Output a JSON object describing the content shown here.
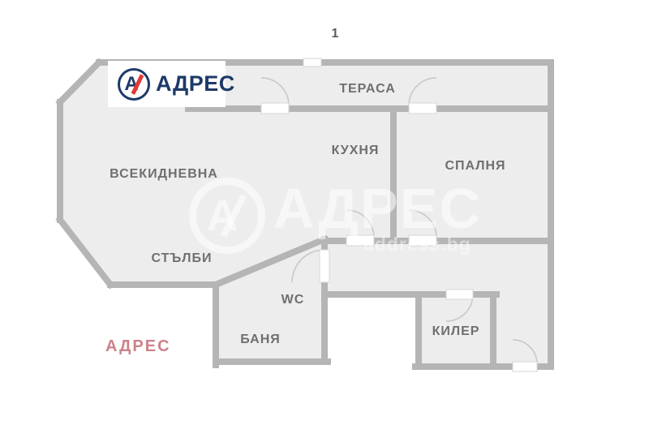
{
  "page": {
    "number": "1"
  },
  "logo": {
    "letter": "А",
    "text": "АДРЕС"
  },
  "watermark": {
    "letter": "А",
    "text": "АДРЕС",
    "url": "address.bg"
  },
  "footer": {
    "brand": "АДРЕС"
  },
  "rooms": {
    "terrace": "ТЕРАСА",
    "kitchen": "КУХНЯ",
    "bedroom": "СПАЛНЯ",
    "living": "ВСЕКИДНЕВНА",
    "stairs": "СТЪЛБИ",
    "wc": "WC",
    "bathroom": "БАНЯ",
    "pantry": "КИЛЕР"
  },
  "colors": {
    "room_fill": "#ededee",
    "wall_gray": "#b5b5b6",
    "door_arc": "#c6c6c6",
    "label_gray": "#6f6f6f",
    "logo_navy": "#1d3a68",
    "logo_red": "#e03a34",
    "footer_pink": "#cb8289",
    "watermark_white": "rgba(255,255,255,0.55)"
  }
}
